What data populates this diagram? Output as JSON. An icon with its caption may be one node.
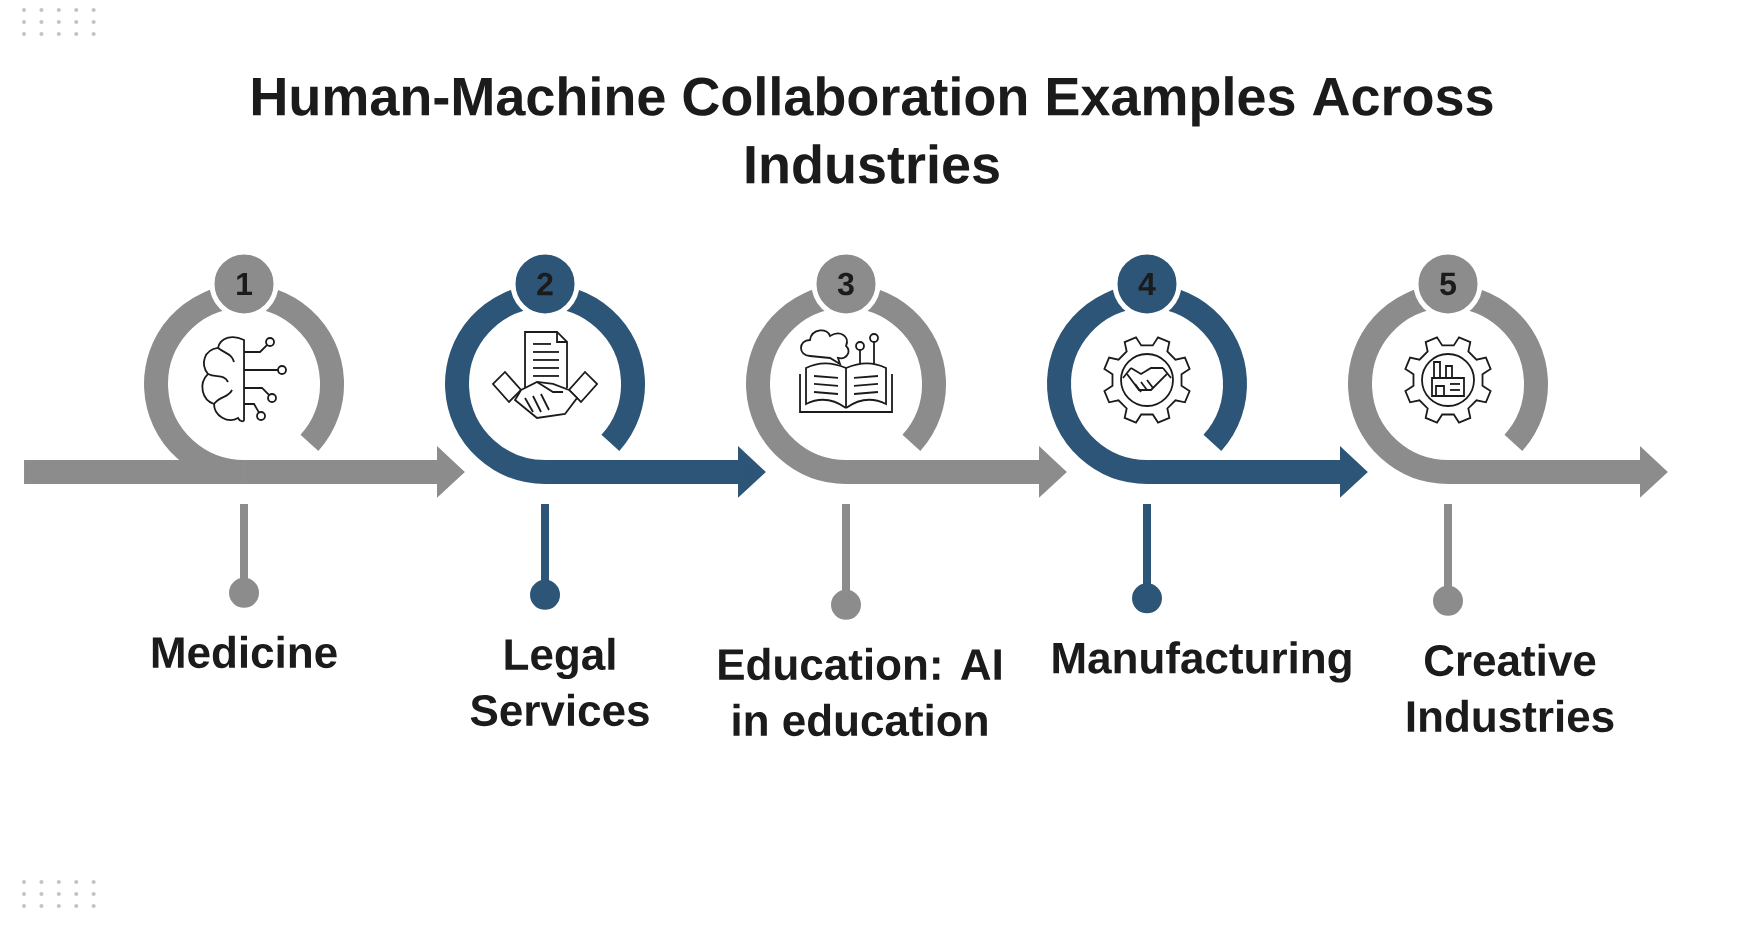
{
  "diagram": {
    "title": "Human-Machine Collaboration Examples Across Industries",
    "nodes": [
      {
        "text": [
          "1"
        ]
      },
      {
        "text": [
          "2"
        ]
      },
      {
        "text": [
          "3"
        ]
      },
      {
        "text": [
          "4"
        ]
      },
      {
        "text": [
          "5"
        ]
      },
      {
        "text": [
          "Medicine"
        ]
      },
      {
        "text": [
          "Legal Services"
        ]
      },
      {
        "text": [
          "Education: AI in education"
        ]
      },
      {
        "text": [
          "Manufacturing"
        ]
      },
      {
        "text": [
          "Creative Industries"
        ]
      }
    ],
    "edges": [
      {
        "from": null,
        "to": 0,
        "arrow": "none"
      },
      {
        "from": 0,
        "to": 1,
        "arrow": "to"
      },
      {
        "from": 1,
        "to": 2,
        "arrow": "to",
        "color": "#2d5577"
      },
      {
        "from": 2,
        "to": 3,
        "arrow": "to"
      },
      {
        "from": 3,
        "to": 4,
        "arrow": "to",
        "color": "#2d5577"
      },
      {
        "from": 4,
        "to": null,
        "arrow": "to"
      },
      {
        "from": 0,
        "to": 5,
        "arrow": "other"
      },
      {
        "from": 1,
        "to": 6,
        "arrow": "other",
        "color": "#2d5577"
      },
      {
        "from": 2,
        "to": 7,
        "arrow": "other"
      },
      {
        "from": 3,
        "to": 8,
        "arrow": "other",
        "color": "#2d5577"
      },
      {
        "from": 4,
        "to": 9,
        "arrow": "other"
      }
    ]
  }
}
